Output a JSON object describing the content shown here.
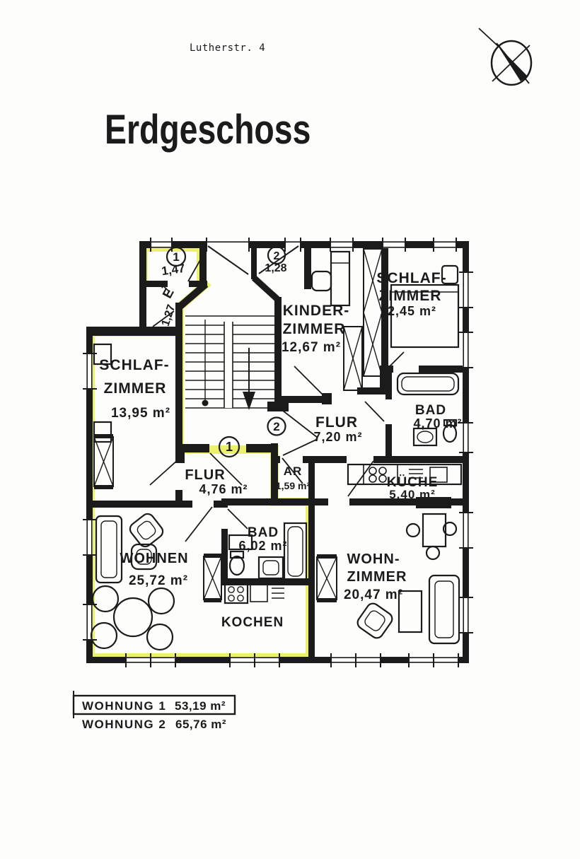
{
  "header": {
    "street": "Lutherstr. 4",
    "title": "Erdgeschoss"
  },
  "plan": {
    "rooms": {
      "kinderzimmer": {
        "line1": "KINDER-",
        "line2": "ZIMMER",
        "area": "12,67 m²"
      },
      "schlafzimmer2": {
        "line1": "SCHLAF-",
        "line2": "ZIMMER",
        "area": "12,45 m²"
      },
      "schlafzimmer1": {
        "line1": "SCHLAF-",
        "line2": "ZIMMER",
        "area": "13,95 m²"
      },
      "bad2": {
        "line1": "BAD",
        "area": "4,70 m²"
      },
      "flur2": {
        "line1": "FLUR",
        "area": "7,20 m²"
      },
      "flur1": {
        "line1": "FLUR",
        "area": "4,76 m²"
      },
      "ar": {
        "line1": "AR",
        "area": "1,59 m²"
      },
      "kueche": {
        "line1": "KÜCHE",
        "area": "5,40 m²"
      },
      "bad1": {
        "line1": "BAD",
        "area": "6,02 m²"
      },
      "wohnen": {
        "line1": "WOHNEN",
        "area": "25,72 m²"
      },
      "wohnzimmer": {
        "line1": "WOHN-",
        "line2": "ZIMMER",
        "area": "20,47 m²"
      },
      "kochen": {
        "line1": "KOCHEN"
      }
    },
    "markers": {
      "vestibule1": {
        "number": "1",
        "width": "1,47"
      },
      "vestibule2": {
        "number": "2",
        "width": "1,28"
      },
      "entrance": {
        "letter": "E",
        "width": "1,27"
      },
      "door1": "1",
      "door2": "2"
    }
  },
  "legend": {
    "rows": [
      {
        "label": "WOHNUNG 1",
        "area": "53,19 m²",
        "boxed": true
      },
      {
        "label": "WOHNUNG 2",
        "area": "65,76 m²",
        "boxed": false
      }
    ]
  },
  "colors": {
    "ink": "#1b1b1b",
    "highlight": "#e8ef52",
    "paper": "#fdfdfb"
  }
}
